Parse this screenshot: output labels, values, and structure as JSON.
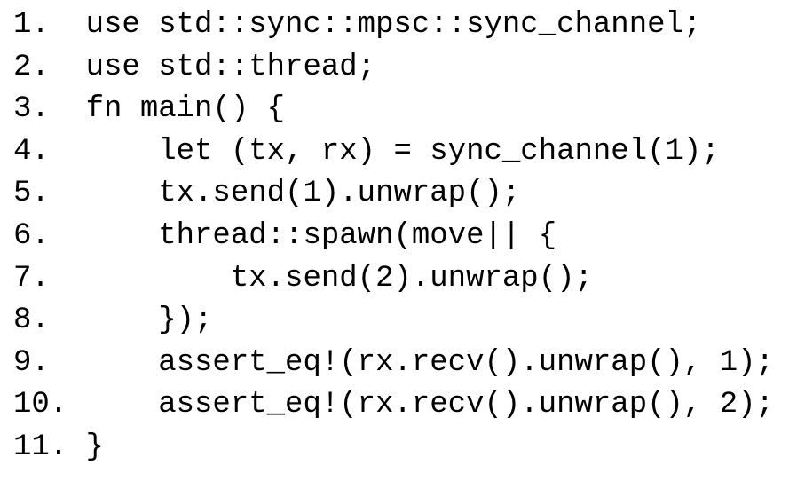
{
  "page": {
    "background_color": "#ffffff",
    "text_color": "#000000"
  },
  "listing": {
    "lines": [
      {
        "number": "1.",
        "code": "use std::sync::mpsc::sync_channel;"
      },
      {
        "number": "2.",
        "code": "use std::thread;"
      },
      {
        "number": "3.",
        "code": "fn main() {"
      },
      {
        "number": "4.",
        "code": "    let (tx, rx) = sync_channel(1);"
      },
      {
        "number": "5.",
        "code": "    tx.send(1).unwrap();"
      },
      {
        "number": "6.",
        "code": "    thread::spawn(move|| {"
      },
      {
        "number": "7.",
        "code": "        tx.send(2).unwrap();"
      },
      {
        "number": "8.",
        "code": "    });"
      },
      {
        "number": "9.",
        "code": "    assert_eq!(rx.recv().unwrap(), 1);"
      },
      {
        "number": "10.",
        "code": "    assert_eq!(rx.recv().unwrap(), 2);"
      },
      {
        "number": "11.",
        "code": "}"
      }
    ]
  }
}
